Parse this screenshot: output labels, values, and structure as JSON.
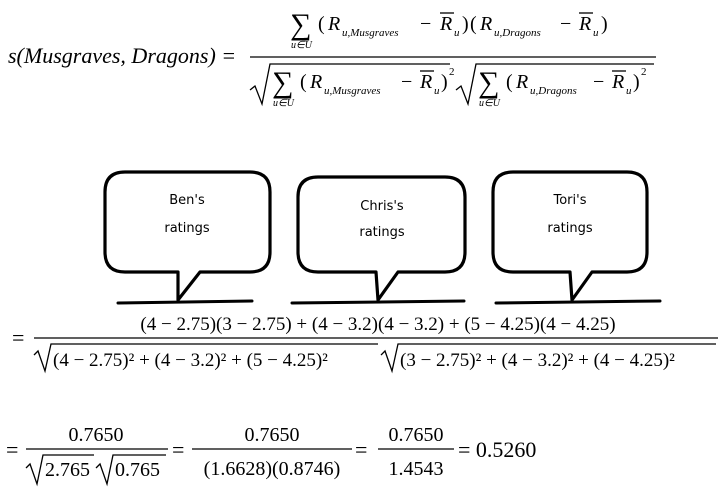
{
  "formula": {
    "lhs": "s(Musgraves, Dragons) =",
    "sum_symbol": "∑",
    "sum_sub": "u∈U",
    "R": "R",
    "u": "u",
    "sub_musgraves": "u,Musgraves",
    "sub_dragons": "u,Dragons",
    "minus": "−",
    "lparen": "(",
    "rparen": ")",
    "rparen_sq": ")",
    "sq": "2"
  },
  "bubbles": [
    {
      "line1": "Ben's",
      "line2": "ratings"
    },
    {
      "line1": "Chris's",
      "line2": "ratings"
    },
    {
      "line1": "Tori's",
      "line2": "ratings"
    }
  ],
  "expansion": {
    "eq": "=",
    "numerator": "(4 − 2.75)(3 − 2.75) + (4 − 3.2)(4 − 3.2) + (5 − 4.25)(4 − 4.25)",
    "den_left": "(4 − 2.75)² + (4 − 3.2)² + (5 − 4.25)²",
    "den_right": "(3 − 2.75)² + (4 − 3.2)² + (4 − 4.25)²"
  },
  "result": {
    "eq1": "=",
    "num1": "0.7650",
    "den1_a": "2.765",
    "den1_b": "0.765",
    "eq2": "=",
    "num2": "0.7650",
    "den2": "(1.6628)(0.8746)",
    "eq3": "=",
    "num3": "0.7650",
    "den3": "1.4543",
    "final": "= 0.5260"
  }
}
